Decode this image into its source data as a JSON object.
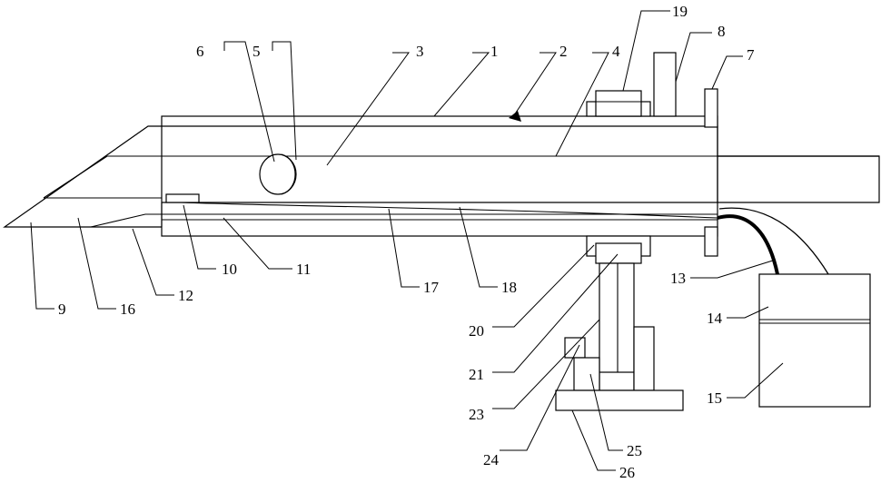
{
  "labels": {
    "n1": "1",
    "n2": "2",
    "n3": "3",
    "n4": "4",
    "n5": "5",
    "n6": "6",
    "n7": "7",
    "n8": "8",
    "n9": "9",
    "n10": "10",
    "n11": "11",
    "n12": "12",
    "n13": "13",
    "n14": "14",
    "n15": "15",
    "n16": "16",
    "n17": "17",
    "n18": "18",
    "n19": "19",
    "n20": "20",
    "n21": "21",
    "n23": "23",
    "n24": "24",
    "n25": "25",
    "n26": "26"
  }
}
